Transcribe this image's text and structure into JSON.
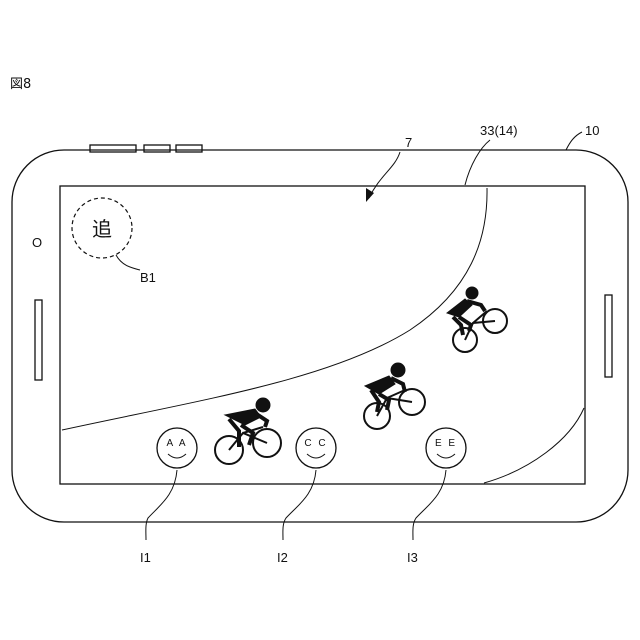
{
  "figure_label": "図8",
  "labels": {
    "display_region": "7",
    "screen": "33(14)",
    "device": "10",
    "camera": "O",
    "button": "B1",
    "icon1": "I1",
    "icon2": "I2",
    "icon3": "I3"
  },
  "button_b1_char": "追",
  "faces": [
    {
      "text": "A A"
    },
    {
      "text": "C C"
    },
    {
      "text": "E E"
    }
  ]
}
